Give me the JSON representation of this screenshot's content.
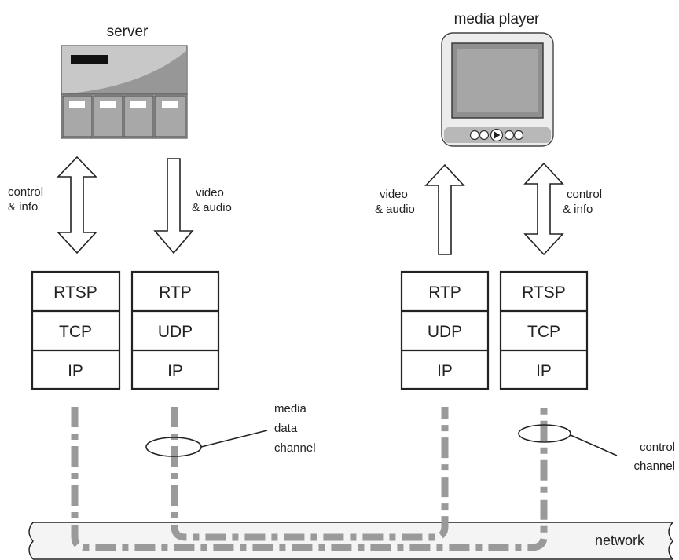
{
  "nodes": {
    "server": {
      "label": "server"
    },
    "player": {
      "label": "media player"
    }
  },
  "arrows": {
    "server_control": {
      "label": [
        "control",
        "& info"
      ]
    },
    "server_media": {
      "label": [
        "video",
        "& audio"
      ]
    },
    "player_media": {
      "label": [
        "video",
        "& audio"
      ]
    },
    "player_control": {
      "label": [
        "control",
        "& info"
      ]
    }
  },
  "stacks": {
    "server_control": {
      "layers": [
        "RTSP",
        "TCP",
        "IP"
      ]
    },
    "server_media": {
      "layers": [
        "RTP",
        "UDP",
        "IP"
      ]
    },
    "player_media": {
      "layers": [
        "RTP",
        "UDP",
        "IP"
      ]
    },
    "player_control": {
      "layers": [
        "RTSP",
        "TCP",
        "IP"
      ]
    }
  },
  "channels": {
    "media": {
      "label": [
        "media",
        "data",
        "channel"
      ]
    },
    "control": {
      "label": [
        "control",
        "channel"
      ]
    }
  },
  "network": {
    "label": "network"
  },
  "colors": {
    "line": "#222222",
    "dash": "#9a9a9a",
    "screen": "#9c9c9c",
    "bezel": "#e8e8e8",
    "server": "#c8c8c8"
  }
}
